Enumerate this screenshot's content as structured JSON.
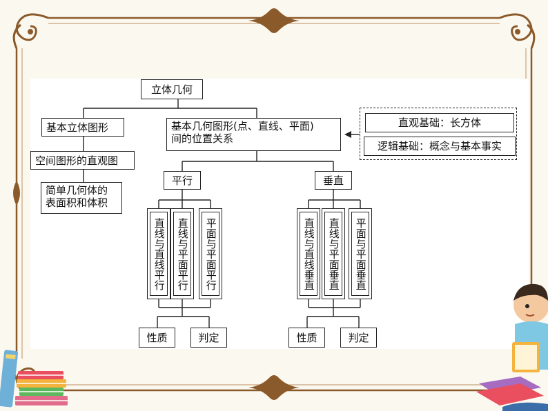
{
  "diagram": {
    "root": "立体几何",
    "left_branch": {
      "level1": "基本立体图形",
      "level2": "空间图形的直观图",
      "level3_line1": "简单几何体的",
      "level3_line2": "表面积和体积"
    },
    "center_node": {
      "line1": "基本几何图形(点、直线、平面)",
      "line2": "间的位置关系"
    },
    "foundations": {
      "intuitive": "直观基础：长方体",
      "logical": "逻辑基础：概念与基本事实"
    },
    "parallel": {
      "label": "平行",
      "items": [
        "直线与直线平行",
        "直线与平面平行",
        "平面与平面平行"
      ],
      "property": "性质",
      "criterion": "判定"
    },
    "perpendicular": {
      "label": "垂直",
      "items": [
        "直线与直线垂直",
        "直线与平面垂直",
        "平面与平面垂直"
      ],
      "property": "性质",
      "criterion": "判定"
    }
  },
  "colors": {
    "frame": "#8b5a2b",
    "frame_light": "#c9a27a",
    "background": "#fbf8ef",
    "line": "#222222"
  },
  "decorations": [
    "books-icon",
    "boy-reading-icon",
    "scroll-frame"
  ]
}
